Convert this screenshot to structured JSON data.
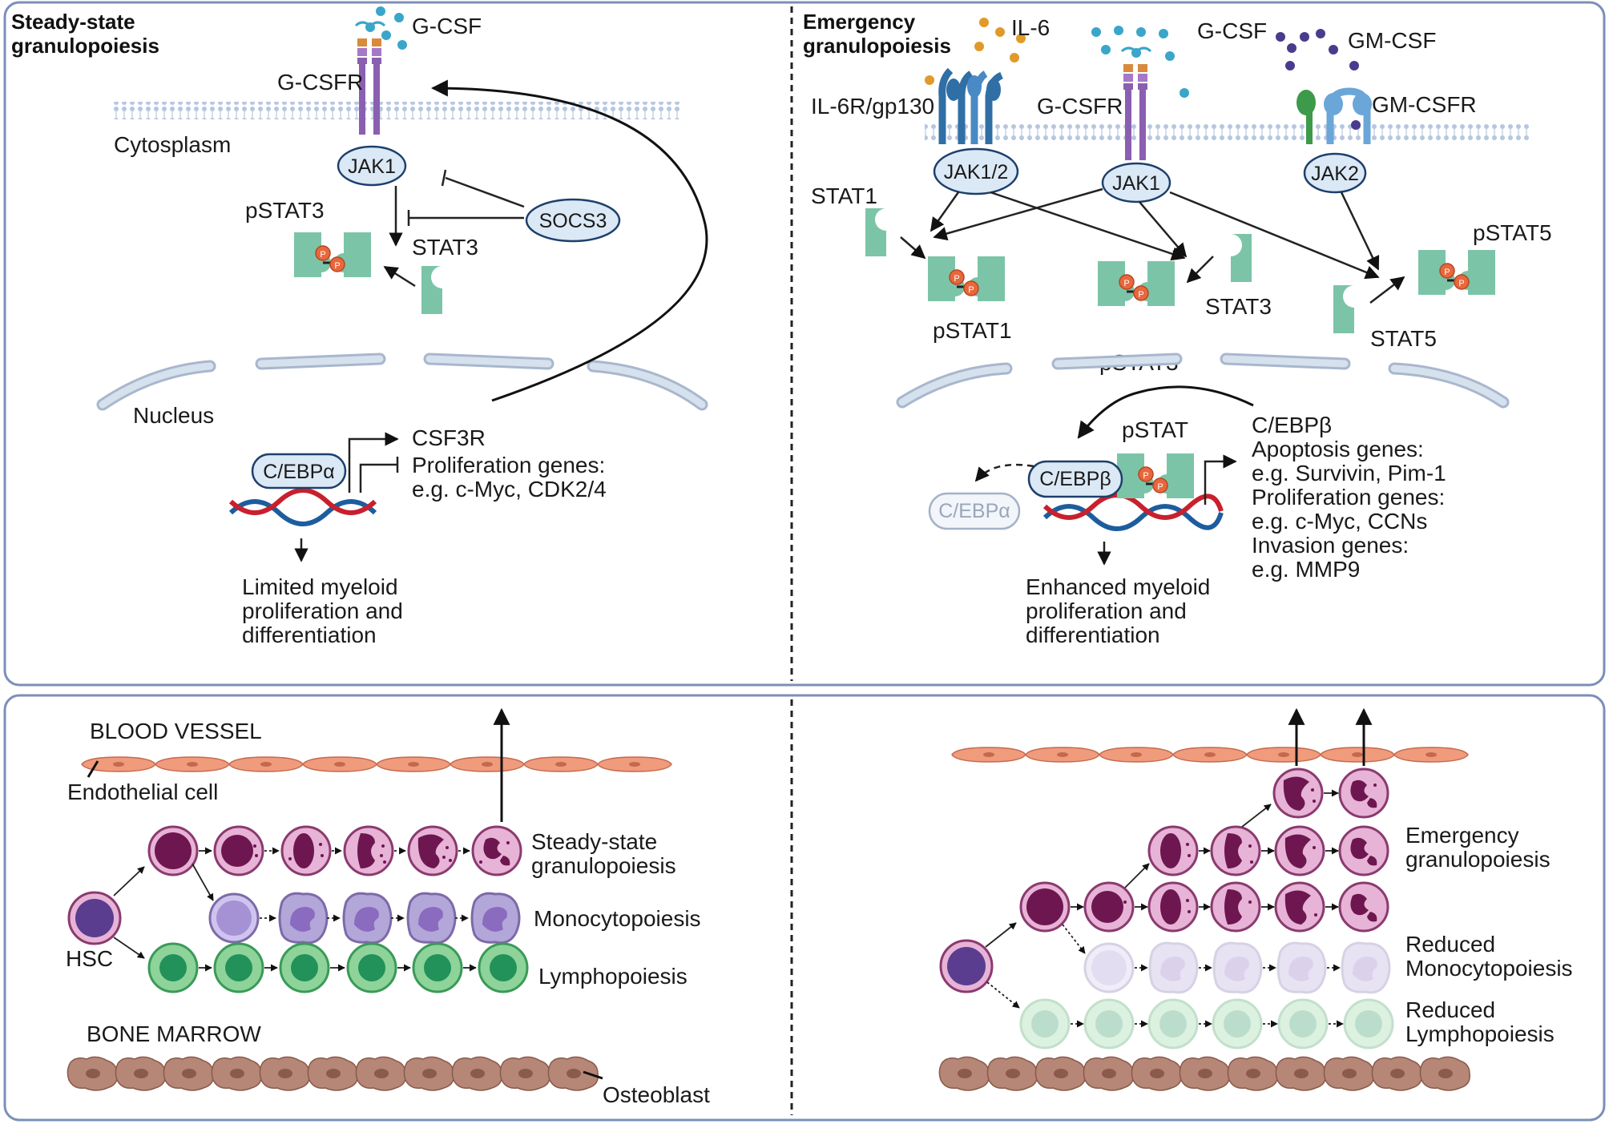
{
  "top": {
    "left": {
      "title_line1": "Steady-state",
      "title_line2": "granulopoiesis",
      "gcsf": "G-CSF",
      "gcsfr": "G-CSFR",
      "cytoplasm": "Cytosplasm",
      "jak1": "JAK1",
      "socs3": "SOCS3",
      "pstat3": "pSTAT3",
      "stat3": "STAT3",
      "nucleus": "Nucleus",
      "cebpa": "C/EBPα",
      "csf3r": "CSF3R",
      "prolif_line1": "Proliferation genes:",
      "prolif_line2": "e.g. c-Myc, CDK2/4",
      "outcome_line1": "Limited myeloid",
      "outcome_line2": "proliferation and",
      "outcome_line3": "differentiation"
    },
    "right": {
      "title_line1": "Emergency",
      "title_line2": "granulopoiesis",
      "il6": "IL-6",
      "gcsf": "G-CSF",
      "gmcsf": "GM-CSF",
      "il6r": "IL-6R/gp130",
      "gcsfr": "G-CSFR",
      "gmcsfr": "GM-CSFR",
      "jak12": "JAK1/2",
      "jak1": "JAK1",
      "jak2": "JAK2",
      "stat1": "STAT1",
      "pstat1": "pSTAT1",
      "pstat3": "pSTAT3",
      "stat3": "STAT3",
      "pstat5": "pSTAT5",
      "stat5": "STAT5",
      "pstat": "pSTAT",
      "cebpb": "C/EBPβ",
      "cebpa": "C/EBPα",
      "genes": [
        "C/EBPβ",
        "Apoptosis genes:",
        "e.g. Survivin, Pim-1",
        "Proliferation genes:",
        "e.g. c-Myc, CCNs",
        "Invasion genes:",
        "e.g. MMP9"
      ],
      "outcome_line1": "Enhanced myeloid",
      "outcome_line2": "proliferation and",
      "outcome_line3": "differentiation"
    }
  },
  "bottom": {
    "left": {
      "blood_vessel": "BLOOD VESSEL",
      "endothelial": "Endothelial cell",
      "steady_line1": "Steady-state",
      "steady_line2": "granulopoiesis",
      "mono": "Monocytopoiesis",
      "hsc": "HSC",
      "lympho": "Lymphopoiesis",
      "bone_marrow": "BONE MARROW",
      "osteoblast": "Osteoblast"
    },
    "right": {
      "emerg_line1": "Emergency",
      "emerg_line2": "granulopoiesis",
      "rmono_line1": "Reduced",
      "rmono_line2": "Monocytopoiesis",
      "rlympho_line1": "Reduced",
      "rlympho_line2": "Lymphopoiesis"
    }
  },
  "colors": {
    "receptor_purple": "#8b5fb0",
    "stat_green": "#7cc4a8",
    "phospho_orange": "#e8673c",
    "jak_fill": "#dbe8f5",
    "panel_border": "#7b8fb8",
    "granulocyte": "#e7b3d6",
    "granulocyte_nucleus": "#6e1650",
    "monocyte": "#a592d4",
    "lymphocyte": "#8ed39a",
    "lymph_nucleus": "#22915a",
    "vessel": "#ef9b7c",
    "bone": "#b68676"
  }
}
